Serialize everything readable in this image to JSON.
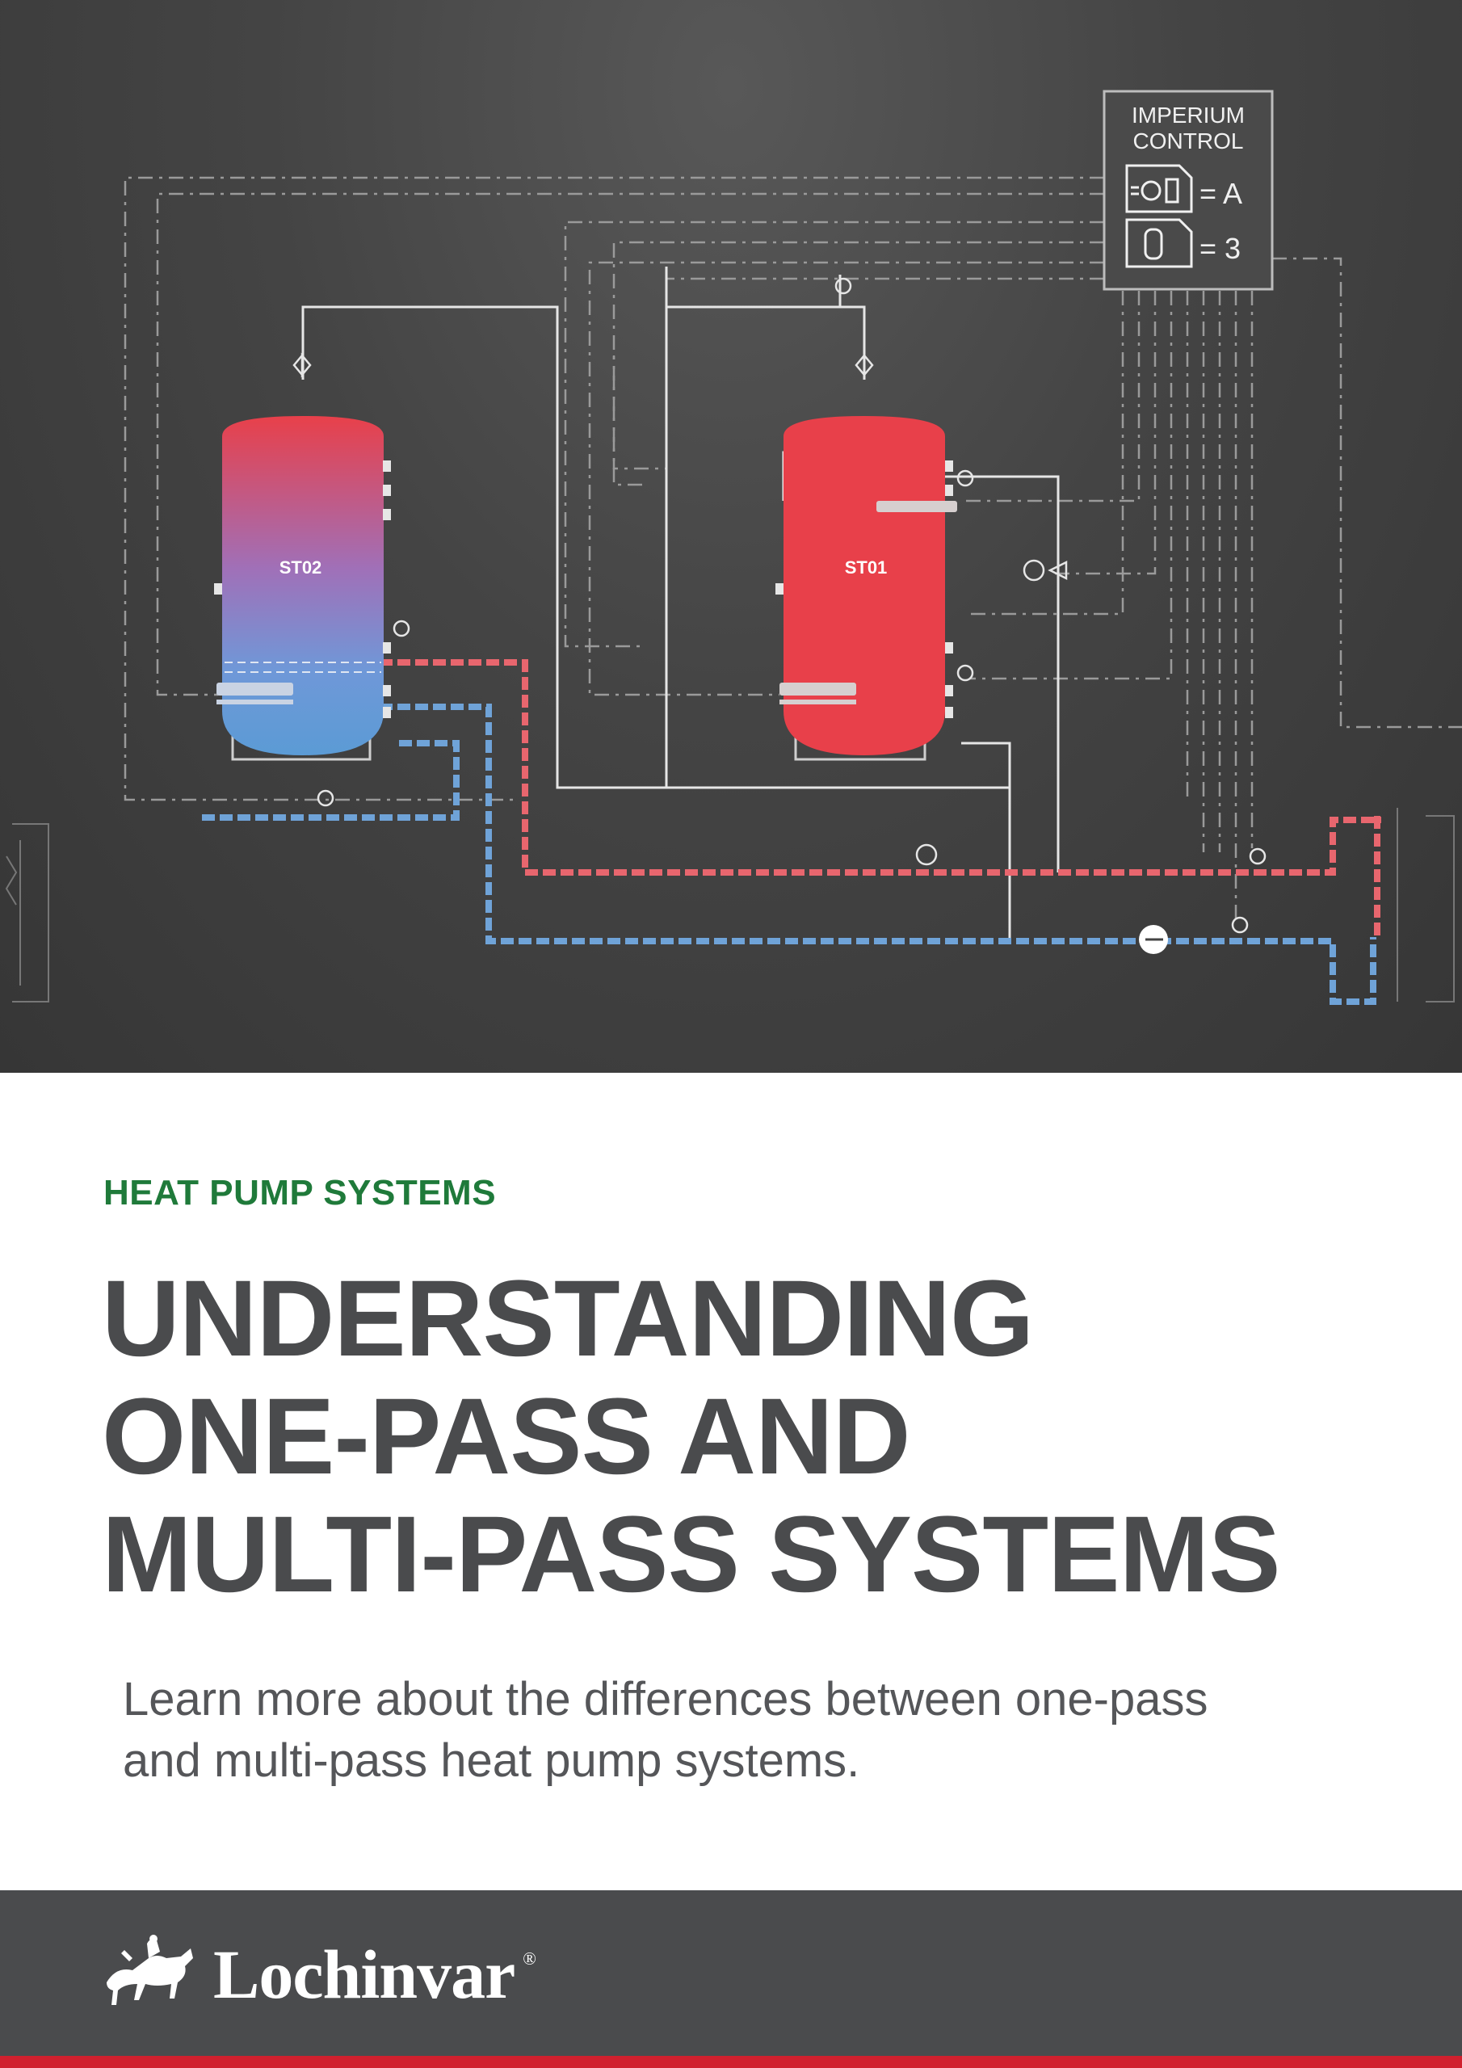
{
  "diagram": {
    "control": {
      "title_line1": "IMPERIUM",
      "title_line2": "CONTROL",
      "eq1": "= A",
      "eq2": "= 3"
    },
    "tanks": [
      {
        "label": "ST02"
      },
      {
        "label": "ST01"
      }
    ],
    "colors": {
      "hot": "#e8404a",
      "cold": "#5b9bd5",
      "line": "#e6e6e6"
    }
  },
  "eyebrow": "HEAT PUMP SYSTEMS",
  "title": {
    "line1": "UNDERSTANDING",
    "line2": "ONE-PASS AND",
    "line3": "MULTI-PASS SYSTEMS"
  },
  "intro": {
    "line1": "Learn more about the differences between one-pass",
    "line2": "and multi-pass heat pump systems."
  },
  "footer": {
    "brand": "Lochinvar",
    "reg": "®",
    "logo_icon": "horse-rider-logo-icon",
    "accent": "#d0202e"
  }
}
